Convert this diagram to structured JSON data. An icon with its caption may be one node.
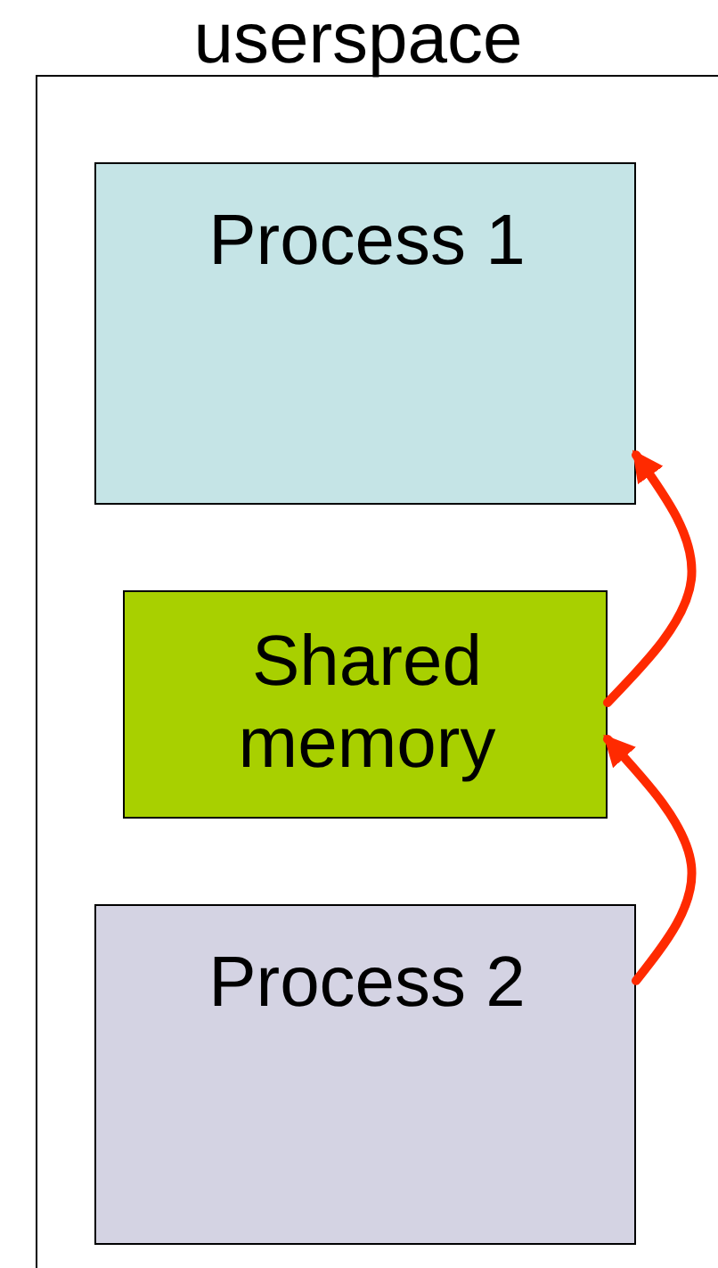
{
  "diagram": {
    "nodes": [
      {
        "text": [
          "userspace"
        ]
      },
      {
        "text": [
          "Process 1"
        ],
        "in": 0
      },
      {
        "text": [
          "Shared memory"
        ],
        "in": 0
      },
      {
        "text": [
          "Process 2"
        ],
        "in": 0
      }
    ],
    "edges": [
      {
        "from": 2,
        "to": 1,
        "arrow": "to",
        "color": "#ff2a00"
      },
      {
        "from": 3,
        "to": 2,
        "arrow": "to",
        "color": "#ff2a00"
      }
    ]
  }
}
